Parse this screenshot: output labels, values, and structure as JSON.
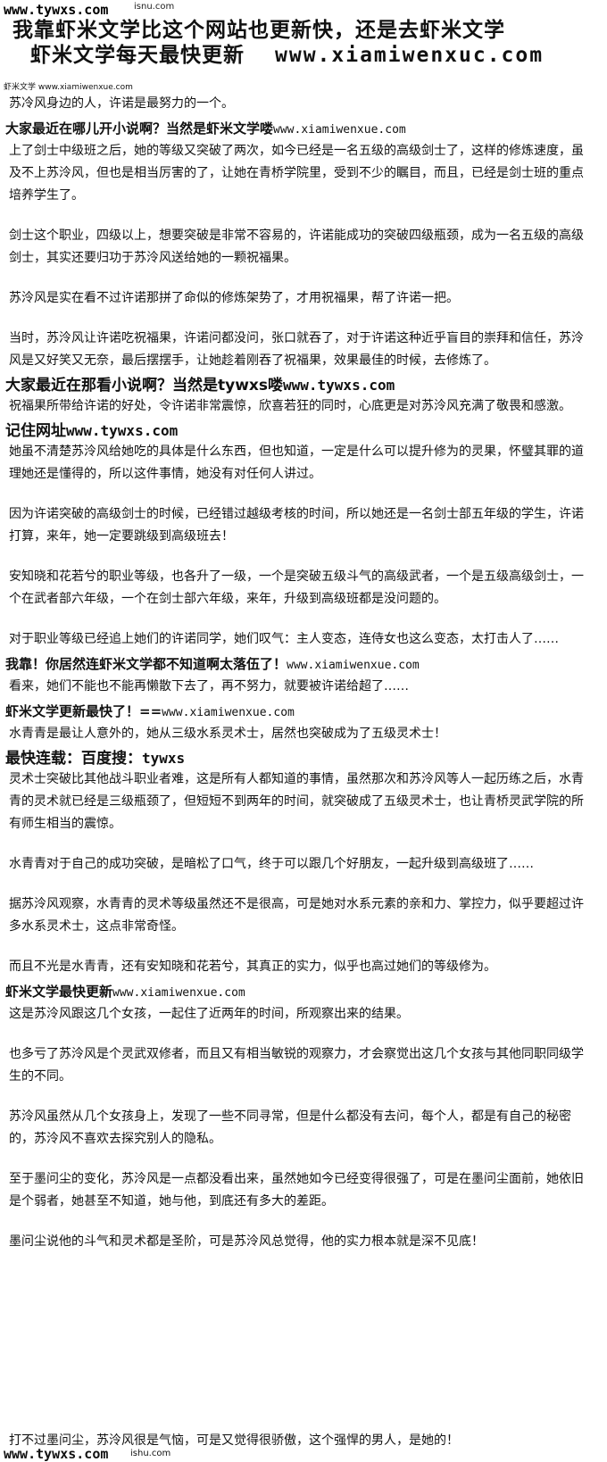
{
  "banner": {
    "url": "www.tywxs.com",
    "url_fragment": "isnu.com",
    "line1": "我靠虾米文学比这个网站也更新快，还是去虾米文学",
    "line2_text": "虾米文学每天最快更新",
    "line2_url": "www.xiamiwenxuc.com"
  },
  "site_tag": "虾米文学 www.xiamiwenxue.com",
  "blocks": [
    {
      "type": "p",
      "text": "苏冷风身边的人，许诺是最努力的一个。",
      "tight": true
    },
    {
      "type": "ad",
      "text": "大家最近在哪儿开小说啊？当然是虾米文学喽",
      "url": "www.xiamiwenxue.com"
    },
    {
      "type": "p",
      "text": "上了剑士中级班之后，她的等级又突破了两次，如今已经是一名五级的高级剑士了，这样的修炼速度，虽及不上苏泠风，但也是相当厉害的了，让她在青桥学院里，受到不少的瞩目，而且，已经是剑士班的重点培养学生了。"
    },
    {
      "type": "p",
      "text": "剑士这个职业，四级以上，想要突破是非常不容易的，许诺能成功的突破四级瓶颈，成为一名五级的高级剑士，其实还要归功于苏泠风送给她的一颗祝福果。"
    },
    {
      "type": "p",
      "text": "苏泠风是实在看不过许诺那拼了命似的修炼架势了，才用祝福果，帮了许诺一把。"
    },
    {
      "type": "p",
      "text": "当时，苏泠风让许诺吃祝福果，许诺问都没问，张口就吞了，对于许诺这种近乎盲目的崇拜和信任，苏泠风是又好笑又无奈，最后摆摆手，让她趁着刚吞了祝福果，效果最佳的时候，去修炼了。",
      "tight": true
    },
    {
      "type": "ad",
      "big": true,
      "text": "大家最近在那看小说啊？当然是tywxs喽",
      "url": "www.tywxs.com"
    },
    {
      "type": "p",
      "text": "祝福果所带给许诺的好处，令许诺非常震惊，欣喜若狂的同时，心底更是对苏泠风充满了敬畏和感激。",
      "tight": true
    },
    {
      "type": "ad",
      "big": true,
      "text": "记住网址",
      "url": "www.tywxs.com"
    },
    {
      "type": "p",
      "text": "她虽不清楚苏泠风给她吃的具体是什么东西，但也知道，一定是什么可以提升修为的灵果，怀璧其罪的道理她还是懂得的，所以这件事情，她没有对任何人讲过。"
    },
    {
      "type": "p",
      "text": "因为许诺突破的高级剑士的时候，已经错过越级考核的时间，所以她还是一名剑士部五年级的学生，许诺打算，来年，她一定要跳级到高级班去！"
    },
    {
      "type": "p",
      "text": "安知晓和花若兮的职业等级，也各升了一级，一个是突破五级斗气的高级武者，一个是五级高级剑士，一个在武者部六年级，一个在剑士部六年级，来年，升级到高级班都是没问题的。"
    },
    {
      "type": "p",
      "text": "对于职业等级已经追上她们的许诺同学，她们叹气：主人变态，连侍女也这么变态，太打击人了……",
      "tight": true
    },
    {
      "type": "ad",
      "text": "我靠！你居然连虾米文学都不知道啊太落伍了！",
      "url": "www.xiamiwenxue.com"
    },
    {
      "type": "p",
      "text": "看来，她们不能也不能再懒散下去了，再不努力，就要被许诺给超了……",
      "tight": true
    },
    {
      "type": "ad",
      "text": "虾米文学更新最快了！==",
      "url": "www.xiamiwenxue.com"
    },
    {
      "type": "p",
      "text": "水青青是最让人意外的，她从三级水系灵术士，居然也突破成为了五级灵术士！",
      "tight": true
    },
    {
      "type": "ad",
      "big": true,
      "text": "最快连载：百度搜：",
      "url": "tywxs"
    },
    {
      "type": "p",
      "text": "灵术士突破比其他战斗职业者难，这是所有人都知道的事情，虽然那次和苏泠风等人一起历练之后，水青青的灵术就已经是三级瓶颈了，但短短不到两年的时间，就突破成了五级灵术士，也让青桥灵武学院的所有师生相当的震惊。"
    },
    {
      "type": "p",
      "text": "水青青对于自己的成功突破，是暗松了口气，终于可以跟几个好朋友，一起升级到高级班了……"
    },
    {
      "type": "p",
      "text": "据苏泠风观察，水青青的灵术等级虽然还不是很高，可是她对水系元素的亲和力、掌控力，似乎要超过许多水系灵术士，这点非常奇怪。"
    },
    {
      "type": "p",
      "text": "而且不光是水青青，还有安知晓和花若兮，其真正的实力，似乎也高过她们的等级修为。",
      "tight": true
    },
    {
      "type": "ad",
      "text": "虾米文学最快更新",
      "url": "www.xiamiwenxue.com"
    },
    {
      "type": "p",
      "text": "这是苏泠风跟这几个女孩，一起住了近两年的时间，所观察出来的结果。"
    },
    {
      "type": "p",
      "text": "也多亏了苏泠风是个灵武双修者，而且又有相当敏锐的观察力，才会察觉出这几个女孩与其他同职同级学生的不同。"
    },
    {
      "type": "p",
      "text": "苏泠风虽然从几个女孩身上，发现了一些不同寻常，但是什么都没有去问，每个人，都是有自己的秘密的，苏泠风不喜欢去探究别人的隐私。"
    },
    {
      "type": "p",
      "text": "至于墨问尘的变化，苏泠风是一点都没看出来，虽然她如今已经变得很强了，可是在墨问尘面前，她依旧是个弱者，她甚至不知道，她与他，到底还有多大的差距。"
    },
    {
      "type": "p",
      "text": "墨问尘说他的斗气和灵术都是圣阶，可是苏泠风总觉得，他的实力根本就是深不见底！"
    }
  ],
  "last_line": "打不过墨问尘，苏泠风很是气恼，可是又觉得很骄傲，这个强悍的男人，是她的！",
  "footer": {
    "url": "www.tywxs.com",
    "fragment": "ishu.com"
  }
}
